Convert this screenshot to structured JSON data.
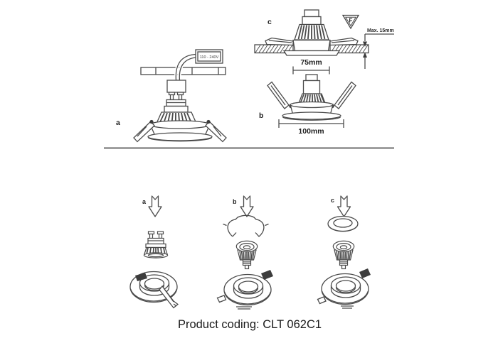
{
  "colors": {
    "line": "#4a4a4a",
    "dark_fill": "#3c3c3c",
    "divider": "#8c8c8c",
    "text": "#1f1f1f",
    "background": "#ffffff"
  },
  "top": {
    "diagram_a": {
      "label": "a",
      "driver_label": "110 - 240V"
    },
    "diagram_c": {
      "label": "c",
      "max_recess": "Max. 15mm",
      "cutout_dimension": "75mm",
      "f_mark_letter": "F"
    },
    "diagram_b": {
      "label": "b",
      "outer_dimension": "100mm"
    }
  },
  "steps": [
    {
      "label": "a"
    },
    {
      "label": "b"
    },
    {
      "label": "c"
    }
  ],
  "footer": {
    "product_coding": "Product coding: CLT 062C1"
  }
}
